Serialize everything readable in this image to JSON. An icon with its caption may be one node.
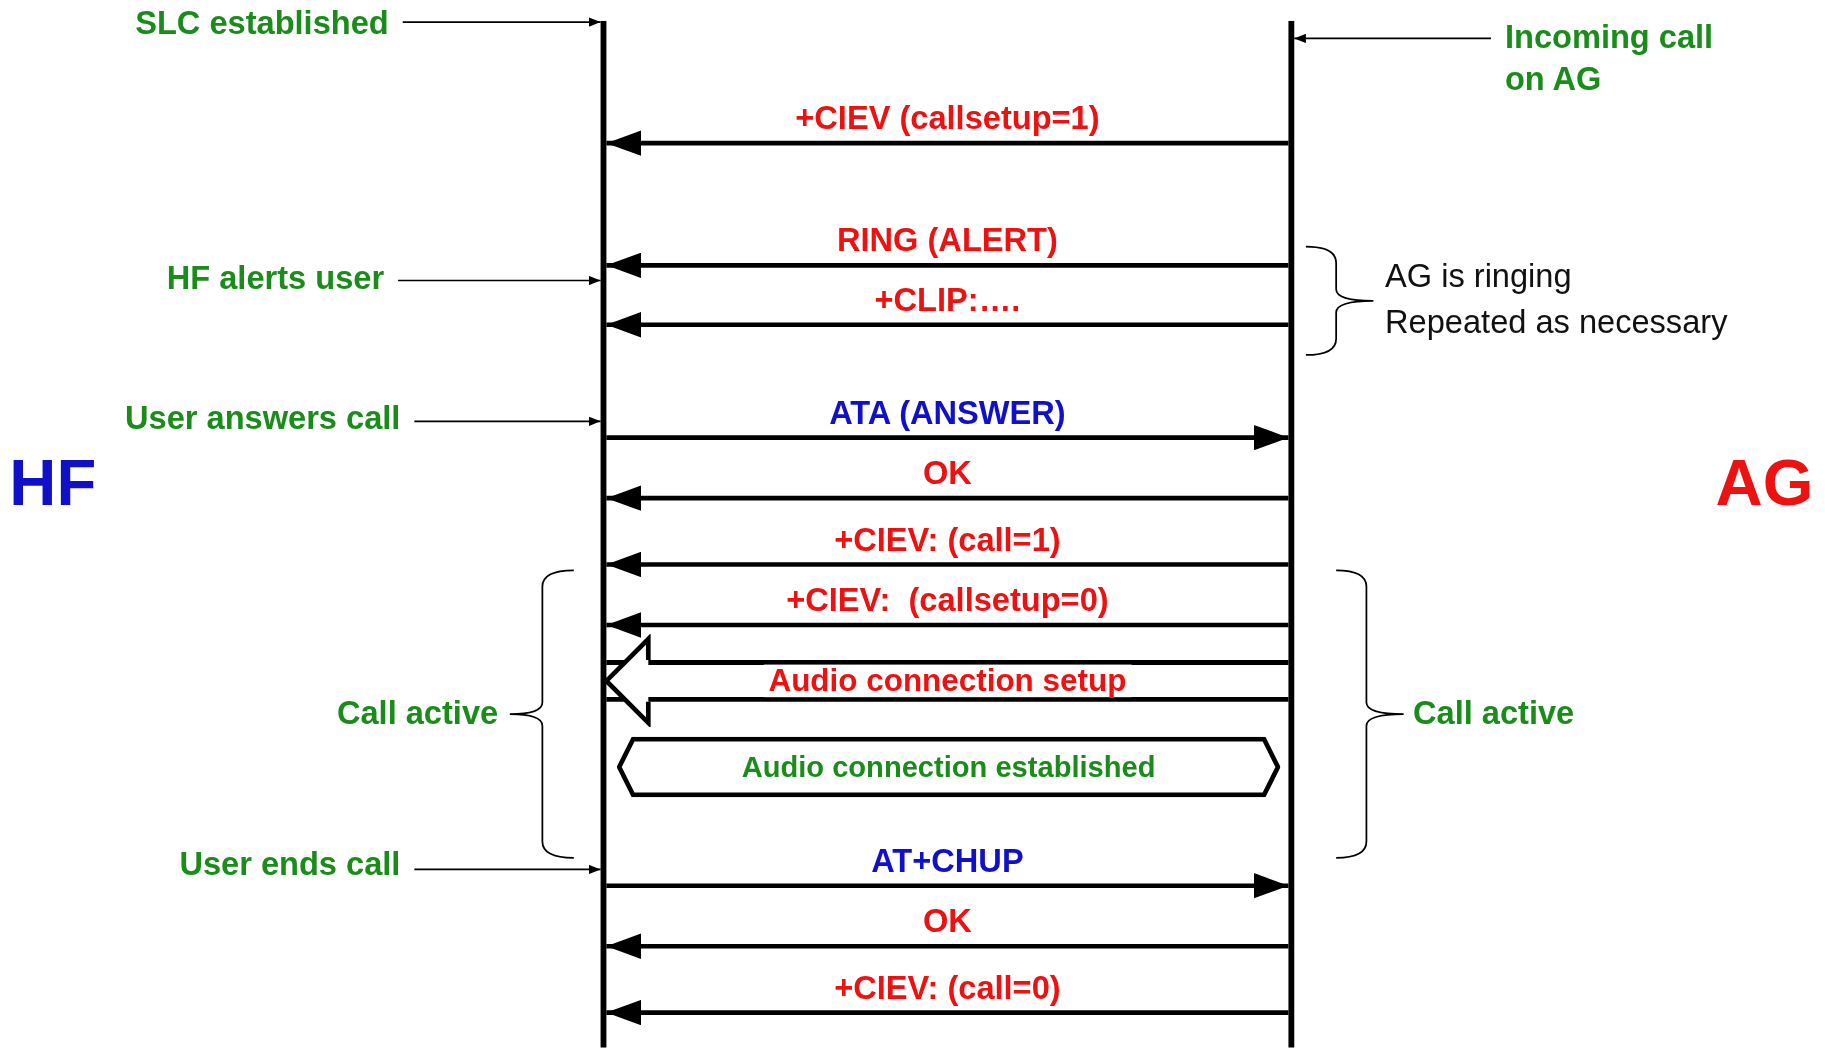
{
  "diagram": {
    "nodes": [
      {
        "text": [],
        "shape": "bar"
      },
      {
        "text": [],
        "shape": "bar"
      },
      {
        "text": [
          "SLC established"
        ]
      },
      {
        "text": [
          "Incoming call on AG"
        ]
      },
      {
        "text": [
          "HF alerts user"
        ]
      },
      {
        "text": [
          "User answers call"
        ]
      },
      {
        "text": [
          "User ends call"
        ]
      },
      {
        "text": [
          "Audio connection established"
        ]
      }
    ],
    "edges": [
      {
        "from": 2,
        "to": 0,
        "arrow": "to"
      },
      {
        "from": 3,
        "to": 1,
        "arrow": "to"
      },
      {
        "from": 4,
        "to": 0,
        "arrow": "to"
      },
      {
        "from": 5,
        "to": 0,
        "arrow": "to"
      },
      {
        "from": 6,
        "to": 0,
        "arrow": "to"
      },
      {
        "from": 1,
        "to": 0,
        "arrow": "to",
        "label": "+CIEV (callsetup=1)"
      },
      {
        "from": 1,
        "to": 0,
        "arrow": "to",
        "label": "RING (ALERT)"
      },
      {
        "from": 1,
        "to": 0,
        "arrow": "to",
        "label": "+CLIP:…."
      },
      {
        "from": 0,
        "to": 1,
        "arrow": "to",
        "label": "ATA (ANSWER)"
      },
      {
        "from": 1,
        "to": 0,
        "arrow": "to",
        "label": "OK"
      },
      {
        "from": 1,
        "to": 0,
        "arrow": "to",
        "label": "+CIEV: (call=1)"
      },
      {
        "from": 1,
        "to": 0,
        "arrow": "to",
        "label": "+CIEV:  (callsetup=0)"
      },
      {
        "from": 1,
        "to": 0,
        "arrow": "to",
        "label": "Audio connection setup",
        "style": "thick"
      },
      {
        "from": 0,
        "to": 1,
        "arrow": "to",
        "label": "AT+CHUP"
      },
      {
        "from": 1,
        "to": 0,
        "arrow": "to",
        "label": "OK"
      },
      {
        "from": 1,
        "to": 0,
        "arrow": "to",
        "label": "+CIEV: (call=0)"
      }
    ],
    "labels": [
      "AG is ringing",
      "Repeated as necessary",
      "HF",
      "AG",
      "Call active",
      "Call active"
    ]
  }
}
